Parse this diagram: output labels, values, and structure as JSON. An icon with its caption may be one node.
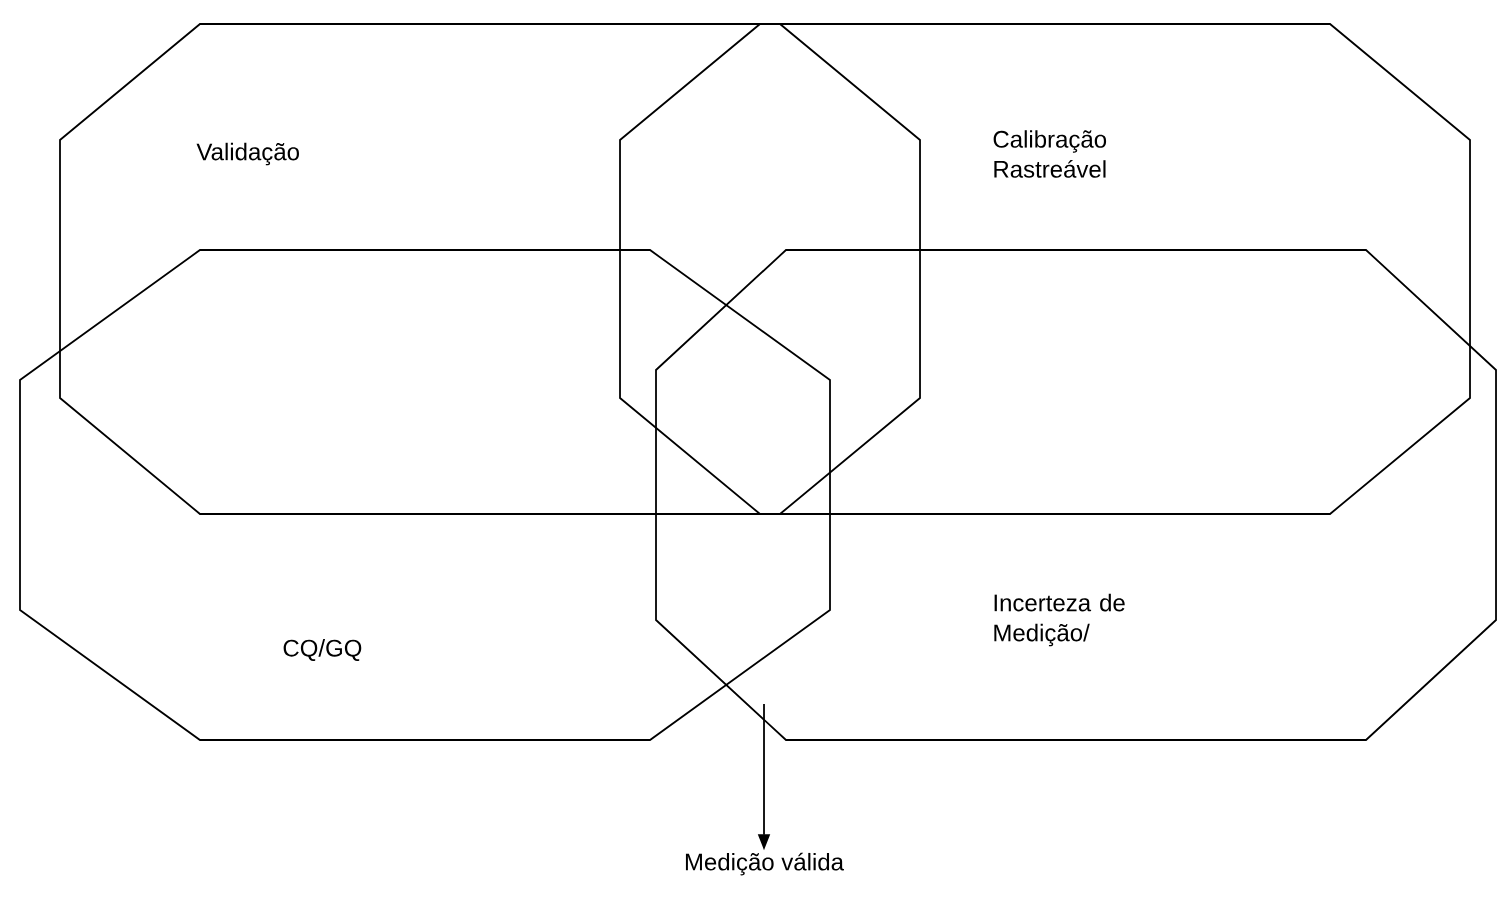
{
  "diagram": {
    "nodes": [
      {
        "text": [
          "Validação"
        ]
      },
      {
        "text": [
          "Calibração Rastreável"
        ]
      },
      {
        "text": [
          "CQ/GQ"
        ]
      },
      {
        "text": [
          "Incerteza de Medição/"
        ]
      },
      {
        "text": [
          "Medição válida"
        ]
      }
    ],
    "edges": [
      {
        "from": 3,
        "to": 4,
        "arrow": "to"
      }
    ]
  }
}
